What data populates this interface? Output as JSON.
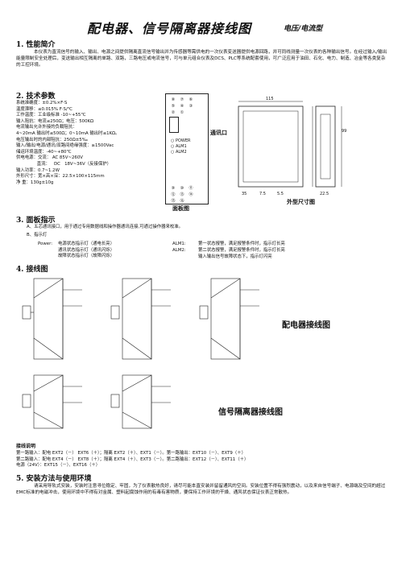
{
  "title": "配电器、信号隔离器接线图",
  "subtitle": "电压/电流型",
  "s1": {
    "heading": "1. 性能简介",
    "para": "本仪表为直流信号的输入、输出、电源之间提供隔离直流信号输出并为传感器等需供电的一次仪表变送器提供电源回路，并可同线测量一次仪表的各种输出信号。在经过输入/输出能量限制安全处理后，变送输出相互隔离的单路、双路，三路电压或电流信号，可与单元组合仪表及DCS、PLC等系统配套使用，可广泛应用于油田、石化、电力、制造、冶金等各类复杂的工控环境。"
  },
  "s2": {
    "heading": "2. 技术参数",
    "lines": [
      "系统准确度：±0.2%×F·S",
      "温度漂移：≤0.015% F·S/℃",
      "工作温度：工业级标准 -10~+55℃",
      "输入阻抗：电流≤250Ω；电压：500KΩ",
      "电流输出允许外接的负载阻抗：",
      "4~20mA 输出时≤500Ω；0~10mA 输出时≤1KΩ。",
      "电压输出时的内部阻抗：250Ω±5‰",
      "输入/输出/电源/通讯/双路间绝缘强度：≥1500Vac",
      "储运环境温度：-40~+80℃",
      "供电电源：交流：   AC   85V~260V",
      "               直流：   DC   18V~36V（反接保护）",
      "输入功率：0.7~1.2W",
      "外形尺寸：宽×高×深：22.5×100×115mm",
      "净      重：130g±10g"
    ]
  },
  "panel": {
    "terminals_top": [
      "⑧",
      "⑦",
      "⑥",
      "⑤",
      "④",
      "③",
      "②",
      "①"
    ],
    "terminals_bottom": [
      "⑨",
      "⑩",
      "⑪",
      "⑫",
      "⑬",
      "⑭",
      "⑮",
      "⑯"
    ],
    "leds": [
      "POWER",
      "ALM1",
      "ALM2"
    ],
    "comm_label": "通讯口",
    "caption": "面板图",
    "dim_caption": "外型尺寸图",
    "dims": [
      "115",
      "99",
      "22.5",
      "35",
      "7.5",
      "5.5"
    ]
  },
  "s3": {
    "heading": "3. 面板指示",
    "a": "A、五芯通讯接口，用于通过专用数据线和操作器通讯连接,可通过操作器来校准。",
    "b": "B、指示灯",
    "power_label": "Power:",
    "power_lines": [
      "电源状态指示灯（通电长亮）",
      "通讯状态指示灯（通讯闪烁）",
      "故障状态指示灯（故障闪烁）"
    ],
    "alm1_label": "ALM1:",
    "alm1": "第一状态报警，满足报警条件时，指示灯长亮",
    "alm2_label": "ALM2:",
    "alm2": "第二状态报警，满足报警条件时，指示灯长亮",
    "alm_extra": "输入输出信号故障状态下，指示灯闪亮"
  },
  "s4": {
    "heading": "4. 接线图",
    "label_distributor": "配电器接线图",
    "label_isolator": "信号隔离器接线图"
  },
  "wiring": {
    "heading": "接线说明",
    "lines": [
      "第一路输入：配电 EXT2（－）  EXT6（＋）；隔离 EXT2（＋）、EXT1（－）。第一路输出：EXT10（－）、EXT9（＋）",
      "第二路输入：配电 EXT4（－）  EXT8（＋）；隔离 EXT4（＋）、EXT3（－）。第二路输出：EXT12（－）、EXT11（＋）",
      "电源（24V）：EXT15（－）、EXT16（＋）"
    ]
  },
  "s5": {
    "heading": "5. 安装方法与使用环境",
    "para": "请采用导轨式安装，安装时注意寻位稳定、牢固，为了仪表散热良好，请尽可能本直安装并留留通风的空间。安装位置不得有强烈震动，以及来自信号端子、电源端及空间的超过EMC标准的电磁冲击，使用环境中不得有对金属、塑料起腐蚀作用的有毒有害物质，要保持工作环境的干燥、通风状态保证仪表正常散热。"
  }
}
